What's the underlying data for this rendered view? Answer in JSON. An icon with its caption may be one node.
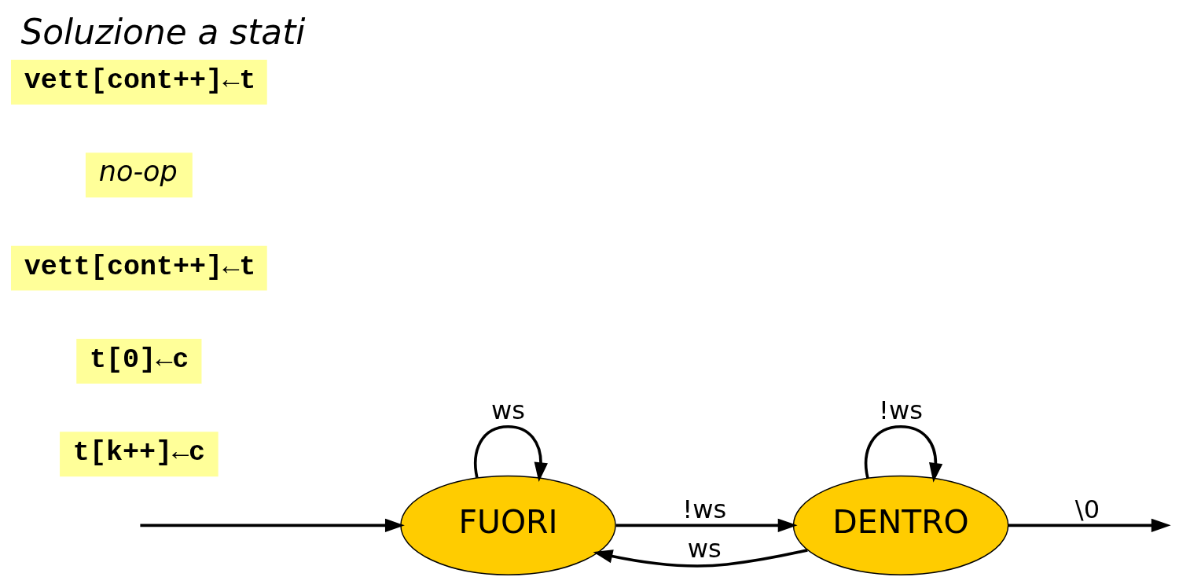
{
  "diagram": {
    "title": "Soluzione a stati",
    "nodes": [
      {
        "text": [
          "FUORI"
        ]
      },
      {
        "text": [
          "DENTRO"
        ]
      }
    ],
    "edges": [
      {
        "from": null,
        "to": 0,
        "arrow": "to"
      },
      {
        "from": 0,
        "to": 0,
        "arrow": "to",
        "label": "ws"
      },
      {
        "from": 0,
        "to": 1,
        "arrow": "to",
        "label": "!ws"
      },
      {
        "from": 1,
        "to": 0,
        "arrow": "to",
        "label": "ws"
      },
      {
        "from": 1,
        "to": 1,
        "arrow": "to",
        "label": "!ws"
      },
      {
        "from": 1,
        "to": null,
        "arrow": "to",
        "label": "\\0"
      }
    ],
    "labels": [
      "t[k++]←c",
      "t[0]←c",
      "vett[cont++]←t",
      "no-op",
      "vett[cont++]←t"
    ]
  }
}
